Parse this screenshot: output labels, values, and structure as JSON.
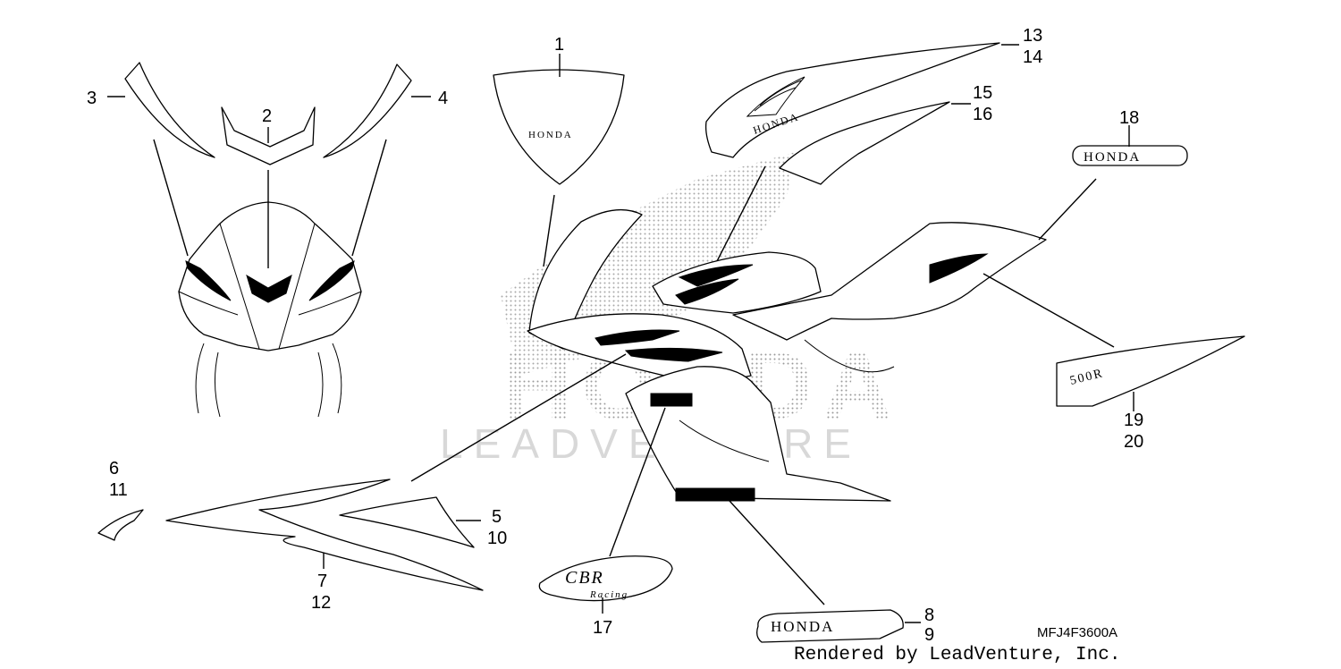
{
  "diagram": {
    "code": "MFJ4F3600A",
    "credit": "Rendered by LeadVenture, Inc.",
    "watermark": {
      "brand": "HONDA",
      "vendor": "LEADVENTURE"
    },
    "emblems": {
      "tank": "HONDA",
      "upper_cowl": "HONDA",
      "tail": "HONDA",
      "lower_cowl": "HONDA",
      "cbr_model": "CBR",
      "cbr_script": "Racing",
      "stripe_model": "500R"
    },
    "callouts": {
      "c1": "1",
      "c2": "2",
      "c3": "3",
      "c4": "4",
      "c5": "5",
      "c10": "10",
      "c6": "6",
      "c11": "11",
      "c7": "7",
      "c12": "12",
      "c8": "8",
      "c9": "9",
      "c13": "13",
      "c14": "14",
      "c15": "15",
      "c16": "16",
      "c17": "17",
      "c18": "18",
      "c19": "19",
      "c20": "20"
    }
  }
}
